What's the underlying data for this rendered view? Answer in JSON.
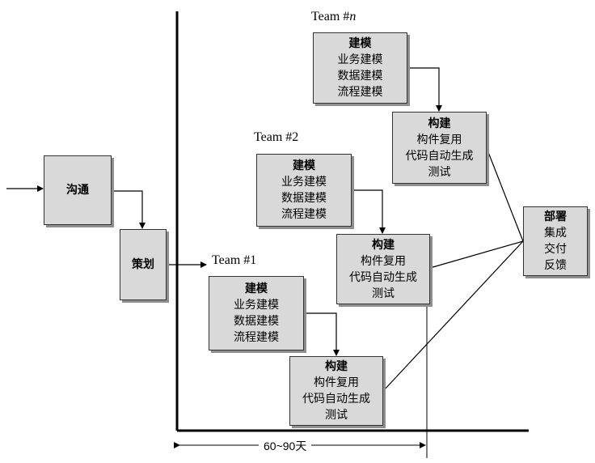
{
  "goutong": {
    "title": "沟通"
  },
  "cehua": {
    "title": "策划"
  },
  "teams": [
    {
      "label": "Team #1",
      "model": {
        "title": "建模",
        "lines": [
          "业务建模",
          "数据建模",
          "流程建模"
        ]
      },
      "build": {
        "title": "构建",
        "lines": [
          "构件复用",
          "代码自动生成",
          "测试"
        ]
      }
    },
    {
      "label": "Team #2",
      "model": {
        "title": "建模",
        "lines": [
          "业务建模",
          "数据建模",
          "流程建模"
        ]
      },
      "build": {
        "title": "构建",
        "lines": [
          "构件复用",
          "代码自动生成",
          "测试"
        ]
      }
    },
    {
      "label_prefix": "Team #",
      "label_var": "n",
      "model": {
        "title": "建模",
        "lines": [
          "业务建模",
          "数据建模",
          "流程建模"
        ]
      },
      "build": {
        "title": "构建",
        "lines": [
          "构件复用",
          "代码自动生成",
          "测试"
        ]
      }
    }
  ],
  "deploy": {
    "title": "部署",
    "lines": [
      "集成",
      "交付",
      "反馈"
    ]
  },
  "duration": "60~90天"
}
